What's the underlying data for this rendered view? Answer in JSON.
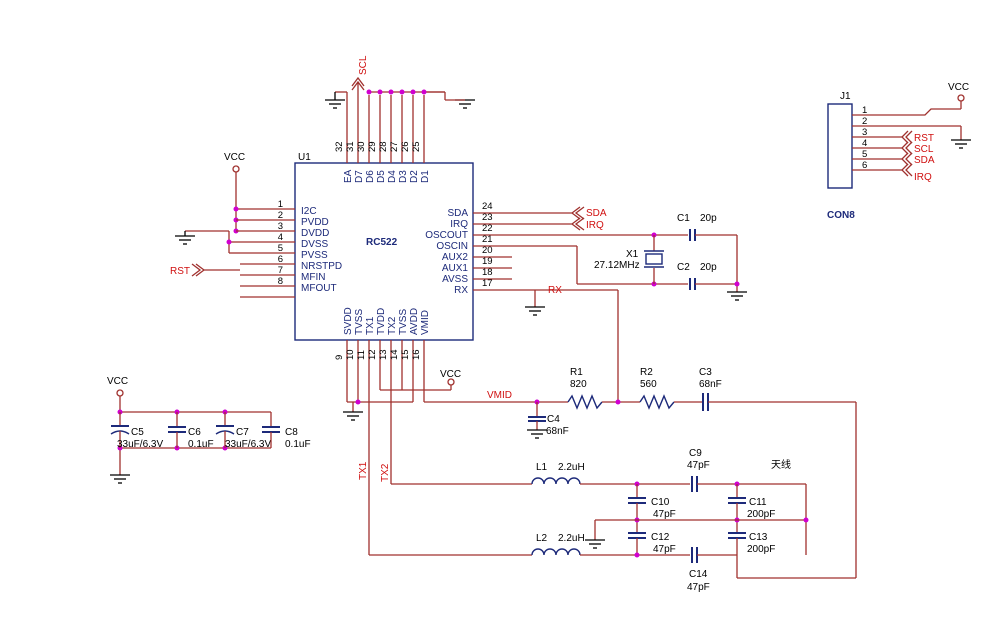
{
  "u1": {
    "ref": "U1",
    "part": "RC522",
    "left_pins": [
      {
        "num": "1",
        "name": "I2C"
      },
      {
        "num": "2",
        "name": "PVDD"
      },
      {
        "num": "3",
        "name": "DVDD"
      },
      {
        "num": "4",
        "name": "DVSS"
      },
      {
        "num": "5",
        "name": "PVSS"
      },
      {
        "num": "6",
        "name": "NRSTPD"
      },
      {
        "num": "7",
        "name": "MFIN"
      },
      {
        "num": "8",
        "name": "MFOUT"
      }
    ],
    "right_pins": [
      {
        "num": "24",
        "name": "SDA"
      },
      {
        "num": "23",
        "name": "IRQ"
      },
      {
        "num": "22",
        "name": "OSCOUT"
      },
      {
        "num": "21",
        "name": "OSCIN"
      },
      {
        "num": "20",
        "name": "AUX2"
      },
      {
        "num": "19",
        "name": "AUX1"
      },
      {
        "num": "18",
        "name": "AVSS"
      },
      {
        "num": "17",
        "name": "RX"
      }
    ],
    "top_pins": [
      {
        "num": "32",
        "name": "EA"
      },
      {
        "num": "31",
        "name": "D7"
      },
      {
        "num": "30",
        "name": "D6"
      },
      {
        "num": "29",
        "name": "D5"
      },
      {
        "num": "28",
        "name": "D4"
      },
      {
        "num": "27",
        "name": "D3"
      },
      {
        "num": "26",
        "name": "D2"
      },
      {
        "num": "25",
        "name": "D1"
      }
    ],
    "bottom_pins": [
      {
        "num": "9",
        "name": "SVDD"
      },
      {
        "num": "10",
        "name": "TVSS"
      },
      {
        "num": "11",
        "name": "TX1"
      },
      {
        "num": "12",
        "name": "TVDD"
      },
      {
        "num": "13",
        "name": "TX2"
      },
      {
        "num": "14",
        "name": "TVSS"
      },
      {
        "num": "15",
        "name": "AVDD"
      },
      {
        "num": "16",
        "name": "VMID"
      }
    ]
  },
  "j1": {
    "ref": "J1",
    "part": "CON8",
    "pins": [
      "1",
      "2",
      "3",
      "4",
      "5",
      "6"
    ],
    "signals": [
      "RST",
      "SCL",
      "SDA",
      "IRQ"
    ],
    "power": "VCC"
  },
  "power_labels": {
    "vcc": "VCC"
  },
  "net_labels": {
    "scl": "SCL",
    "sda": "SDA",
    "irq": "IRQ",
    "rst": "RST",
    "rx": "RX",
    "vmid": "VMID",
    "tx1": "TX1",
    "tx2": "TX2",
    "antenna": "天线"
  },
  "crystal": {
    "ref": "X1",
    "value": "27.12MHz"
  },
  "components": {
    "c1": {
      "ref": "C1",
      "value": "20p"
    },
    "c2": {
      "ref": "C2",
      "value": "20p"
    },
    "c3": {
      "ref": "C3",
      "value": "68nF"
    },
    "c4": {
      "ref": "C4",
      "value": "68nF"
    },
    "c5": {
      "ref": "C5",
      "value": "33uF/6.3V"
    },
    "c6": {
      "ref": "C6",
      "value": "0.1uF"
    },
    "c7": {
      "ref": "C7",
      "value": "33uF/6.3V"
    },
    "c8": {
      "ref": "C8",
      "value": "0.1uF"
    },
    "c9": {
      "ref": "C9",
      "value": "47pF"
    },
    "c10": {
      "ref": "C10",
      "value": "47pF"
    },
    "c11": {
      "ref": "C11",
      "value": "200pF"
    },
    "c12": {
      "ref": "C12",
      "value": "47pF"
    },
    "c13": {
      "ref": "C13",
      "value": "200pF"
    },
    "c14": {
      "ref": "C14",
      "value": "47pF"
    },
    "r1": {
      "ref": "R1",
      "value": "820"
    },
    "r2": {
      "ref": "R2",
      "value": "560"
    },
    "l1": {
      "ref": "L1",
      "value": "2.2uH"
    },
    "l2": {
      "ref": "L2",
      "value": "2.2uH"
    }
  },
  "colors": {
    "wire": "#a0312e",
    "component": "#1d2a7a",
    "junction": "#d000d0",
    "net_label": "#d01010"
  }
}
